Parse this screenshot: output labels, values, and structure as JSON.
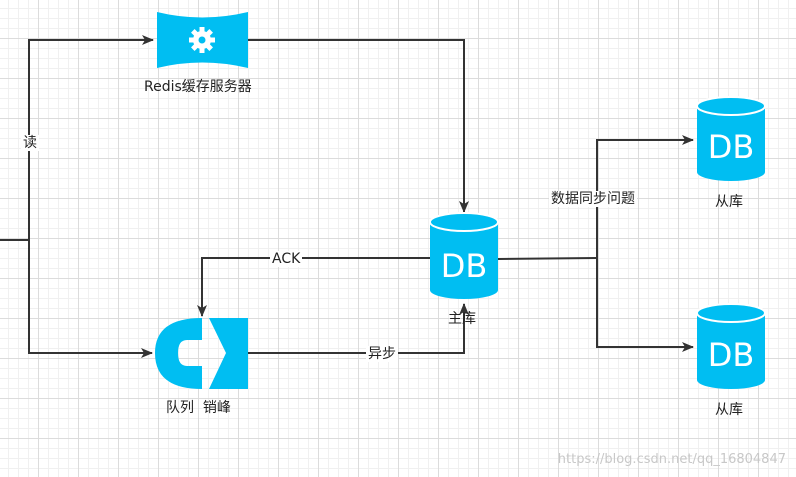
{
  "colors": {
    "accent": "#00BEF2",
    "line": "#333333"
  },
  "nodes": {
    "redis": {
      "label": "Redis缓存服务器",
      "icon": "gear-icon"
    },
    "queue": {
      "label": "队列  销峰",
      "icon": "queue-icon"
    },
    "master_db": {
      "text": "DB",
      "label": "主库"
    },
    "slave_db_1": {
      "text": "DB",
      "label": "从库"
    },
    "slave_db_2": {
      "text": "DB",
      "label": "从库"
    }
  },
  "edges": {
    "read": "读",
    "ack": "ACK",
    "async": "异步",
    "sync_issue": "数据同步问题"
  },
  "watermark": "https://blog.csdn.net/qq_16804847"
}
